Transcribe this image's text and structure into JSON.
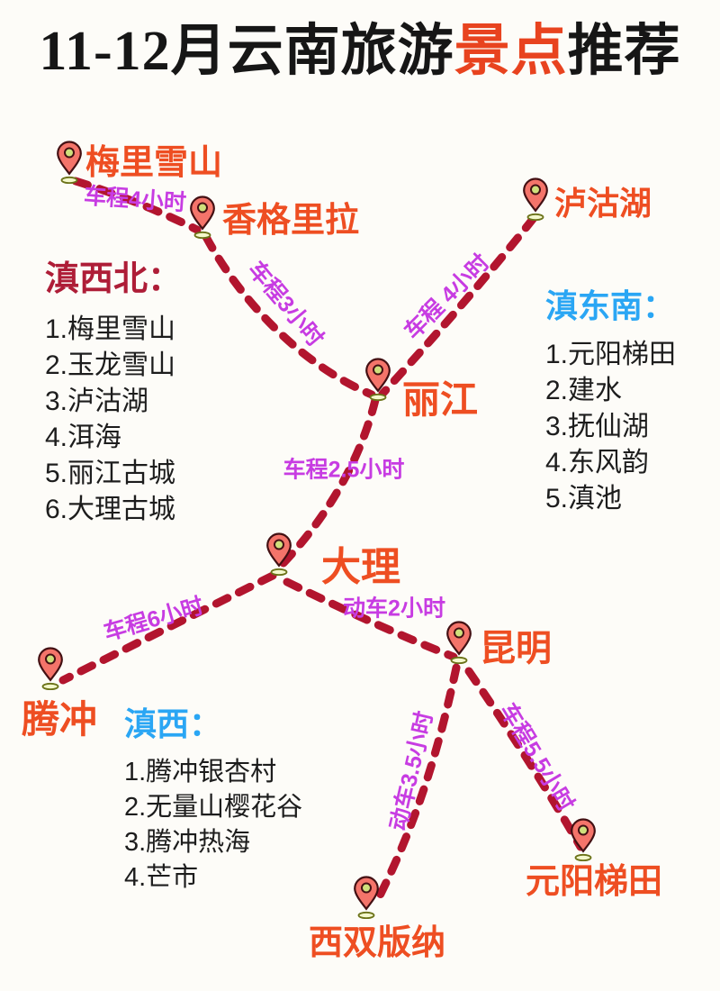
{
  "title": {
    "prefix": "11-12月云南旅游",
    "highlight": "景点",
    "suffix": "推荐"
  },
  "cities": [
    {
      "name": "梅里雪山"
    },
    {
      "name": "香格里拉"
    },
    {
      "name": "泸沽湖"
    },
    {
      "name": "丽江"
    },
    {
      "name": "大理"
    },
    {
      "name": "腾冲"
    },
    {
      "name": "昆明"
    },
    {
      "name": "元阳梯田"
    },
    {
      "name": "西双版纳"
    }
  ],
  "routes": [
    {
      "from": "梅里雪山",
      "to": "香格里拉",
      "label": "车程4小时"
    },
    {
      "from": "香格里拉",
      "to": "丽江",
      "label": "车程3小时"
    },
    {
      "from": "泸沽湖",
      "to": "丽江",
      "label": "车程 4小时"
    },
    {
      "from": "丽江",
      "to": "大理",
      "label": "车程2.5小时"
    },
    {
      "from": "大理",
      "to": "昆明",
      "label": "动车2小时"
    },
    {
      "from": "大理",
      "to": "腾冲",
      "label": "车程6小时"
    },
    {
      "from": "昆明",
      "to": "西双版纳",
      "label": "动车3.5小时"
    },
    {
      "from": "昆明",
      "to": "元阳梯田",
      "label": "车程5.5小时"
    }
  ],
  "regions": [
    {
      "heading": "滇西北：",
      "items": [
        "1.梅里雪山",
        "2.玉龙雪山",
        "3.泸沽湖",
        "4.洱海",
        "5.丽江古城",
        "6.大理古城"
      ]
    },
    {
      "heading": "滇东南：",
      "items": [
        "1.元阳梯田",
        "2.建水",
        "3.抚仙湖",
        "4.东风韵",
        "5.滇池"
      ]
    },
    {
      "heading": "滇西：",
      "items": [
        "1.腾冲银杏村",
        "2.无量山樱花谷",
        "3.腾冲热海",
        "4.芒市"
      ]
    }
  ],
  "colors": {
    "background": "#fdfcf8",
    "title_text": "#161616",
    "title_highlight": "#e8431f",
    "city_label": "#ee4e22",
    "route_line": "#b2152e",
    "route_label": "#c73ce2",
    "region_heading_northwest": "#ae1d37",
    "region_heading_blue": "#2aa6f4",
    "list_text": "#1d1d1d",
    "pin_body": "#f4746a",
    "pin_inner": "#cfe07c"
  }
}
